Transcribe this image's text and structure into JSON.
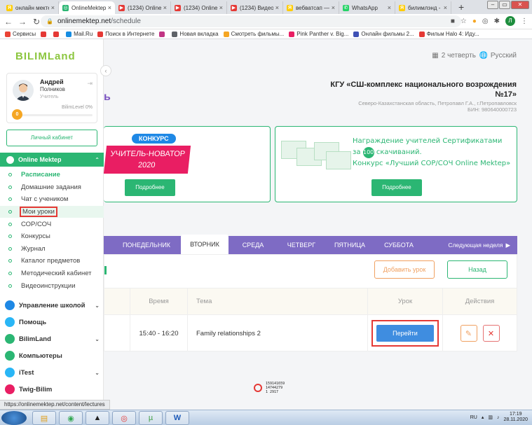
{
  "browser": {
    "tabs": [
      {
        "title": "онлайн мектеп",
        "favicon_color": "#ffcc00",
        "favicon_glyph": "Я"
      },
      {
        "title": "OnlineMektep",
        "favicon_color": "#2bb673",
        "favicon_glyph": "◎"
      },
      {
        "title": "(1234) Online",
        "favicon_color": "#e53935",
        "favicon_glyph": "▶"
      },
      {
        "title": "(1234) Online",
        "favicon_color": "#e53935",
        "favicon_glyph": "▶"
      },
      {
        "title": "(1234) Видео",
        "favicon_color": "#e53935",
        "favicon_glyph": "▶"
      },
      {
        "title": "вебватсап —",
        "favicon_color": "#ffcc00",
        "favicon_glyph": "Я"
      },
      {
        "title": "WhatsApp",
        "favicon_color": "#25d366",
        "favicon_glyph": "✆"
      },
      {
        "title": "билимлэнд -",
        "favicon_color": "#ffcc00",
        "favicon_glyph": "Я"
      }
    ],
    "active_tab_index": 1,
    "url_host": "onlinemektep.net",
    "url_path": "/schedule",
    "profile_initial": "Л",
    "bookmarks": [
      {
        "label": "Сервисы",
        "color": "#ea4335"
      },
      {
        "label": "",
        "color": "#e53935"
      },
      {
        "label": "",
        "color": "#e53935"
      },
      {
        "label": "Mail.Ru",
        "color": "#168de2"
      },
      {
        "label": "Поиск в Интернете",
        "color": "#e53935"
      },
      {
        "label": "",
        "color": "#c13584"
      },
      {
        "label": "Новая вкладка",
        "color": "#5f6368"
      },
      {
        "label": "Смотреть фильмы...",
        "color": "#f5a623"
      },
      {
        "label": "Pink Panther v. Big...",
        "color": "#e91e63"
      },
      {
        "label": "Онлайн фильмы 2...",
        "color": "#3f51b5"
      },
      {
        "label": "Фильм Halo 4: Иду...",
        "color": "#e53935"
      }
    ],
    "status_url": "https://onlinemektep.net/content/lectures"
  },
  "sidebar": {
    "logo": "BILIMLand",
    "profile": {
      "first_name": "Андрей",
      "last_name": "Полников",
      "role": "Учитель",
      "level_label": "BilimLevel 0%",
      "level_value": "0",
      "level_percent": 0
    },
    "cabinet_button": "Личный кабинет",
    "online_mektep": {
      "label": "Online Mektep",
      "items": [
        {
          "label": "Расписание",
          "state": "current"
        },
        {
          "label": "Домашние задания",
          "state": ""
        },
        {
          "label": "Чат с учеником",
          "state": ""
        },
        {
          "label": "Мои уроки",
          "state": "hover"
        },
        {
          "label": "СОР/СОЧ",
          "state": ""
        },
        {
          "label": "Конкурсы",
          "state": ""
        },
        {
          "label": "Журнал",
          "state": ""
        },
        {
          "label": "Каталог предметов",
          "state": ""
        },
        {
          "label": "Методический кабинет",
          "state": ""
        },
        {
          "label": "Видеоинструкции",
          "state": ""
        }
      ]
    },
    "sections": [
      {
        "label": "Управление школой",
        "color": "#1e88e5",
        "chevron": true
      },
      {
        "label": "Помощь",
        "color": "#29b6f6",
        "chevron": false
      },
      {
        "label": "BilimLand",
        "color": "#2bb673",
        "chevron": true
      },
      {
        "label": "Компьютеры",
        "color": "#2bb673",
        "chevron": false
      },
      {
        "label": "iTest",
        "color": "#29b6f6",
        "chevron": true
      },
      {
        "label": "Twig-Bilim",
        "color": "#e91e63",
        "chevron": false
      }
    ]
  },
  "header": {
    "term": "2 четверть",
    "language": "Русский",
    "school_name": "КГУ «СШ-комплекс национального возрождения №17»",
    "school_address": "Северо-Казахстанская область, Петропавл Г.А., г.Петропавловск",
    "school_bin": "БИН: 980640000723",
    "page_title_fragment": "ь"
  },
  "banners": {
    "left": {
      "badge": "КОНКУРС",
      "title": "УЧИТЕЛЬ-НОВАТОР",
      "year": "2020",
      "button": "Подробнее"
    },
    "right": {
      "line1": "Награждение учителей Сертификатами",
      "line2_pre": "за",
      "line2_num": "100",
      "line2_post": "скачиваний.",
      "line3": "Конкурс «Лучший СОР/СОЧ Online Mektep»",
      "button": "Подробнее"
    }
  },
  "schedule": {
    "days": [
      "ПОНЕДЕЛЬНИК",
      "ВТОРНИК",
      "СРЕДА",
      "ЧЕТВЕРГ",
      "ПЯТНИЦА",
      "СУББОТА"
    ],
    "active_day_index": 1,
    "next_week": "Следующая неделя",
    "add_lesson": "Добавить урок",
    "back": "Назад",
    "columns": [
      "Время",
      "Тема",
      "Урок",
      "Действия"
    ],
    "rows": [
      {
        "time": "15:40 - 16:20",
        "topic": "Family relationships 2",
        "action": "Перейти"
      }
    ]
  },
  "counter_text": [
    "159141659",
    "14744279",
    "1     2917"
  ],
  "taskbar": {
    "lang": "RU",
    "time": "17:19",
    "date": "28.11.2020"
  }
}
